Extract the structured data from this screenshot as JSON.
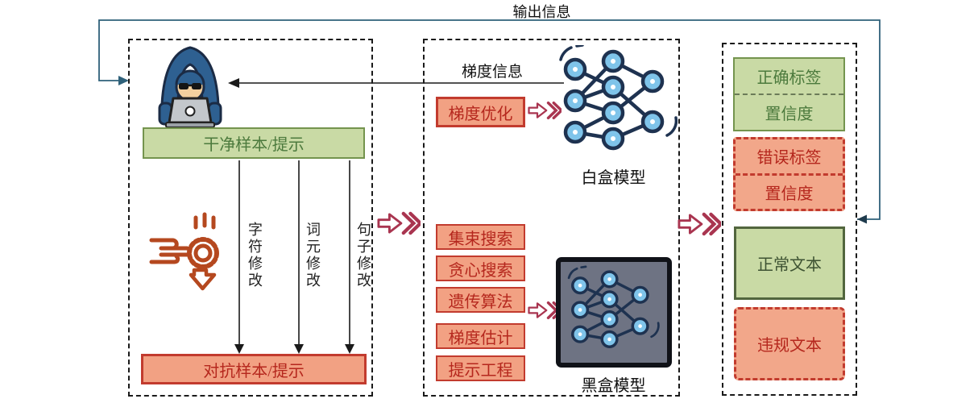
{
  "title": "输出信息",
  "left_panel": {
    "clean_sample_label": "干净样本/提示",
    "modification_labels": [
      "字符修改",
      "词元修改",
      "句子修改"
    ],
    "adversarial_sample_label": "对抗样本/提示"
  },
  "middle_panel": {
    "gradient_info_label": "梯度信息",
    "gradient_opt_label": "梯度优化",
    "whitebox_label": "白盒模型",
    "method_labels": [
      "集束搜索",
      "贪心搜索",
      "遗传算法",
      "梯度估计",
      "提示工程"
    ],
    "blackbox_label": "黑盒模型"
  },
  "right_panel": {
    "correct_label": "正确标签",
    "correct_confidence": "置信度",
    "wrong_label": "错误标签",
    "wrong_confidence": "置信度",
    "normal_text_label": "正常文本",
    "violation_text_label": "违规文本"
  },
  "icons": {
    "hacker": "hacker-laptop-icon",
    "hand_gear": "hand-gear-modify-icon",
    "whitebox_network": "neural-network-icon",
    "blackbox_network": "blackbox-neural-network-icon",
    "chevron_arrow": "triple-chevron-arrow-icon"
  },
  "colors": {
    "accent_red": "#a93550",
    "red_fill": "#f2a183",
    "red_border": "#c23b2e",
    "red_text": "#b5271d",
    "green_fill": "#c9daa5",
    "green_border": "#74944e",
    "green_text": "#4c7a3d",
    "node_blue": "#7fc4ea",
    "node_outline": "#1e3250",
    "blackbox_gray": "#6e7383",
    "feedback": "#2f617a",
    "panel_border": "#1a1a1a"
  }
}
